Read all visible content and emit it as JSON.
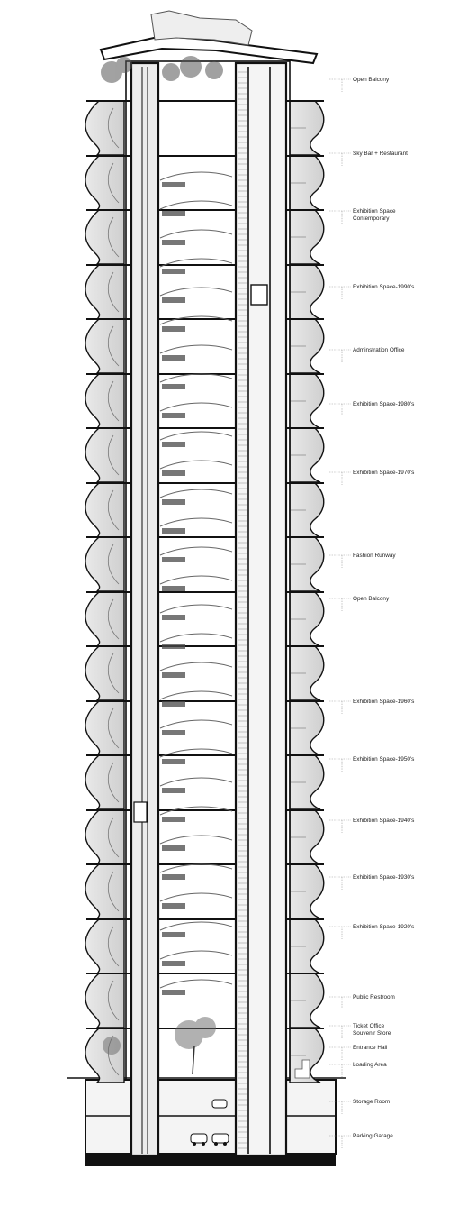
{
  "labels": [
    {
      "text": "Open Balcony"
    },
    {
      "text": "Sky Bar + Restaurant"
    },
    {
      "text": "Exhibition Space\nContemporary"
    },
    {
      "text": "Exhibition Space-1990's"
    },
    {
      "text": "Adminstration Office"
    },
    {
      "text": "Exhibition Space-1980's"
    },
    {
      "text": "Exhibition Space-1970's"
    },
    {
      "text": "Fashion Runway"
    },
    {
      "text": "Open Balcony"
    },
    {
      "text": "Exhibition Space-1960's"
    },
    {
      "text": "Exhibition Space-1950's"
    },
    {
      "text": "Exhibition Space-1940's"
    },
    {
      "text": "Exhibition Space-1930's"
    },
    {
      "text": "Exhibition Space-1920's"
    },
    {
      "text": "Public Restroom"
    },
    {
      "text": "Ticket Office\nSouvenir Store"
    },
    {
      "text": "Entrance Hall"
    },
    {
      "text": "Loading Area"
    },
    {
      "text": "Storage Room"
    },
    {
      "text": "Parking Garage"
    }
  ]
}
